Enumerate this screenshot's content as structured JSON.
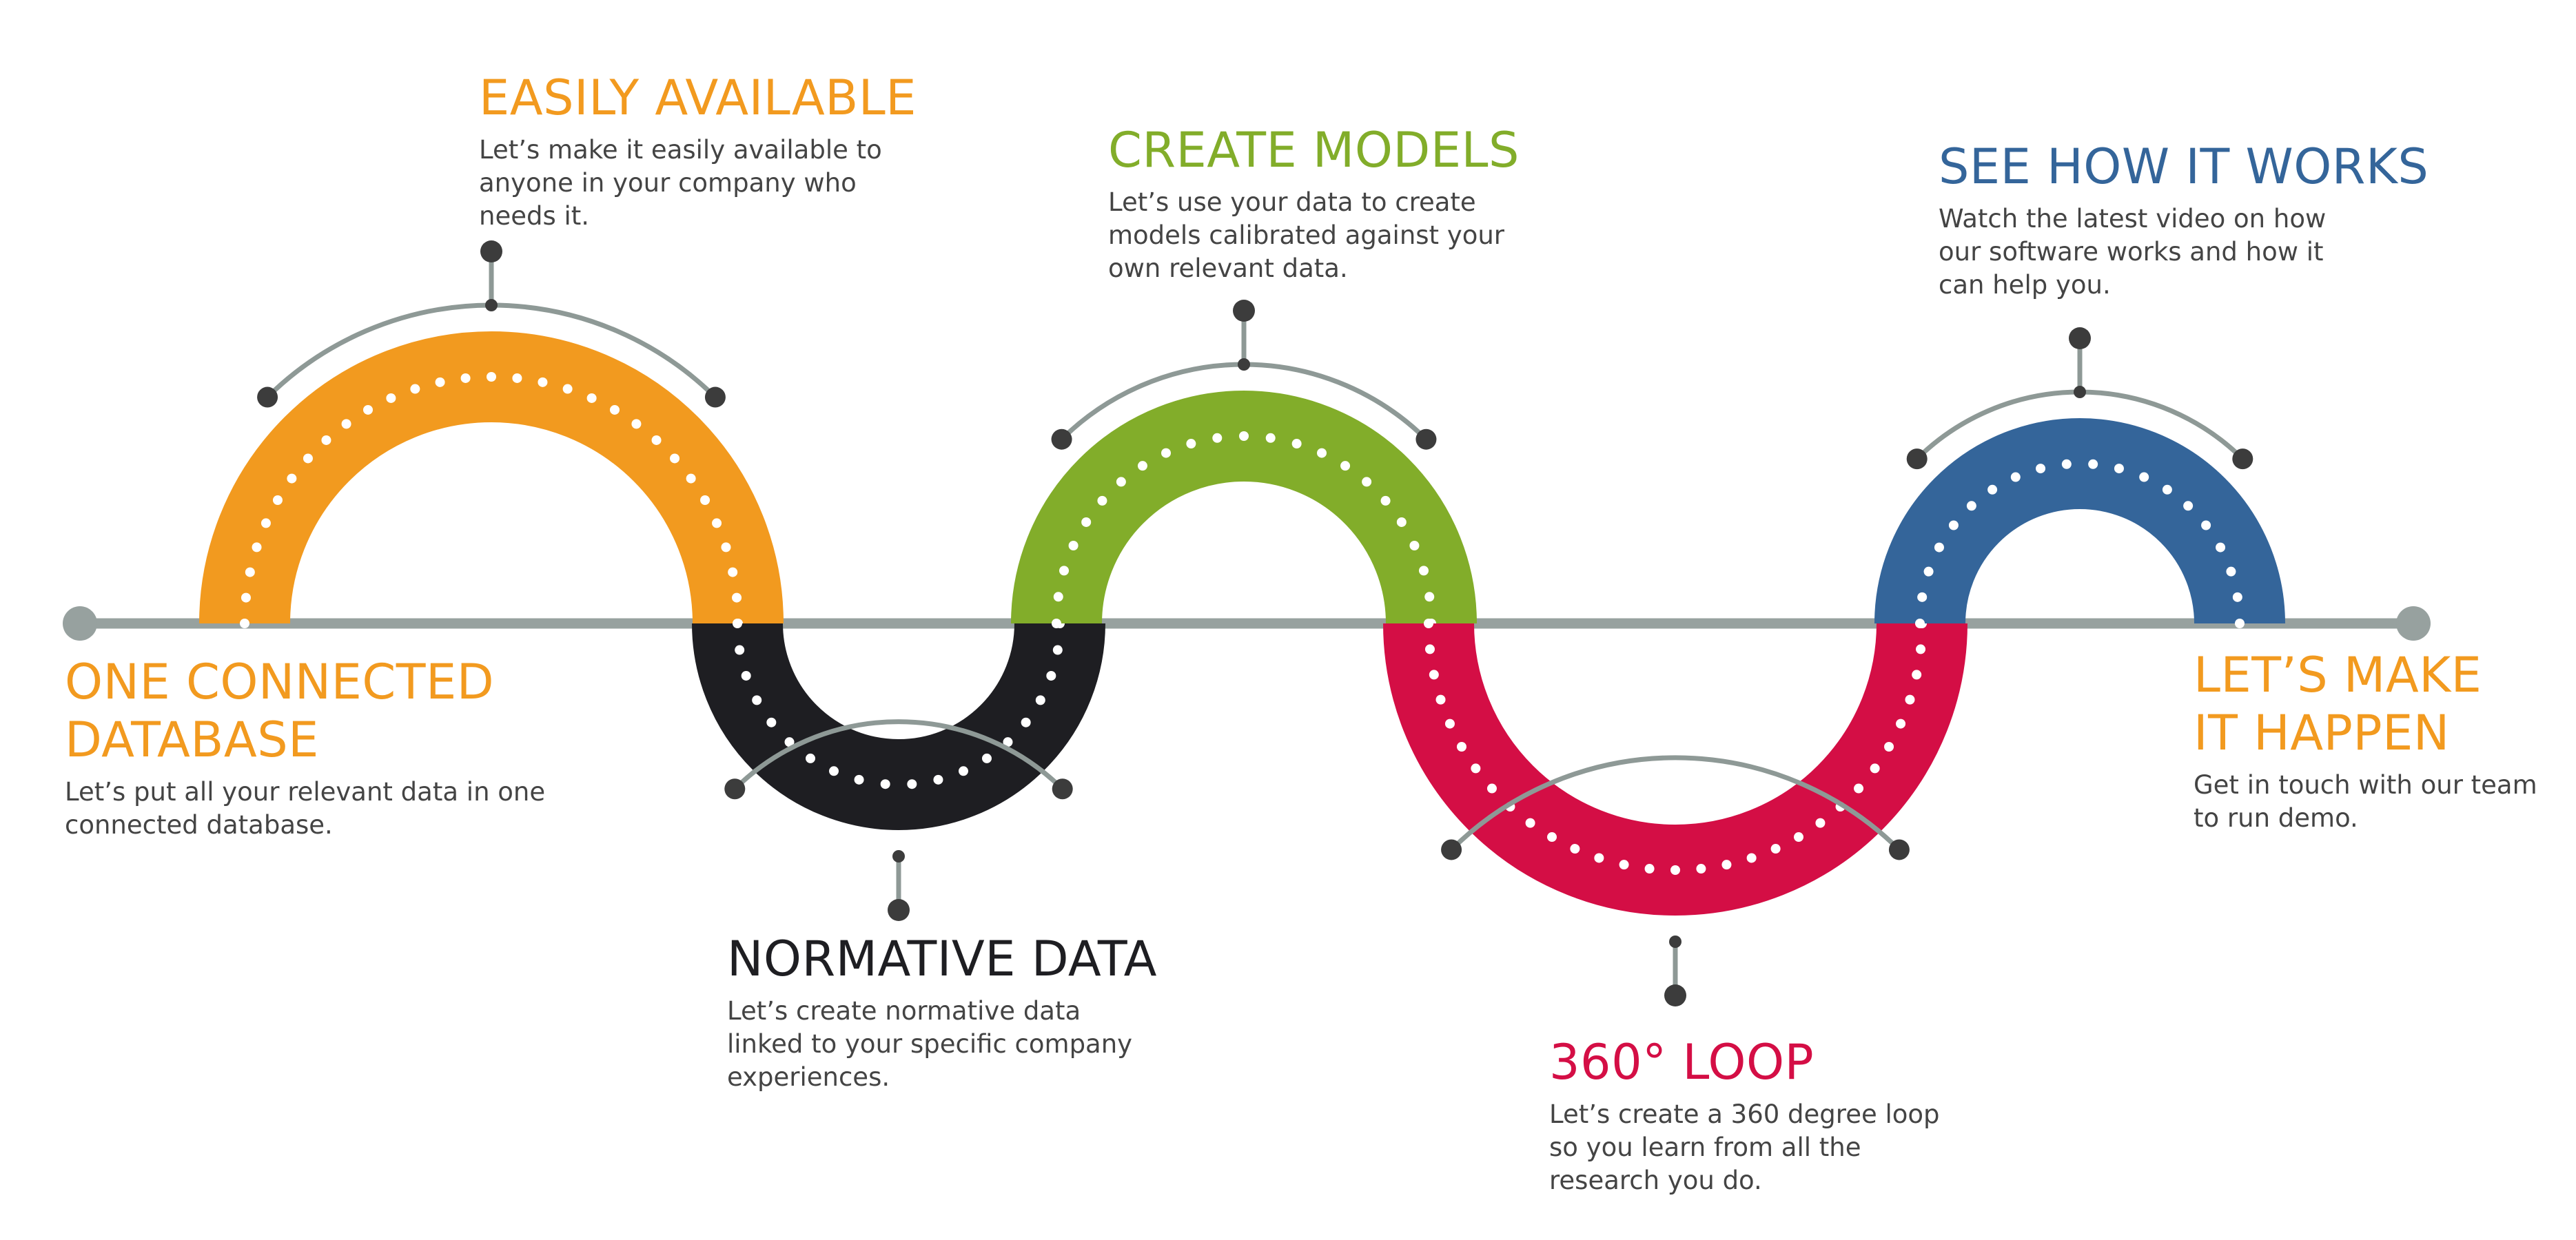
{
  "colors": {
    "orange": "#F29A1F",
    "green": "#82AD2A",
    "black": "#1E1E22",
    "red": "#D40E45",
    "blue": "#34659A",
    "axis": "#97A19F",
    "connector": "#8E9996",
    "dot": "#3C3C3C"
  },
  "steps": [
    {
      "id": "one-connected-database",
      "color": "orange",
      "title": "ONE CONNECTED\nDATABASE",
      "desc": "Let’s put all your relevant data in one\nconnected database."
    },
    {
      "id": "easily-available",
      "color": "orange",
      "title": "EASILY AVAILABLE",
      "desc": "Let’s make it easily available to\nanyone in your company who\nneeds it."
    },
    {
      "id": "normative-data",
      "color": "black",
      "title": "NORMATIVE  DATA",
      "desc": "Let’s create normative data\nlinked to your specific company\nexperiences."
    },
    {
      "id": "create-models",
      "color": "green",
      "title": "CREATE MODELS",
      "desc": "Let’s use your data to create\nmodels calibrated against your\nown relevant data."
    },
    {
      "id": "360-loop",
      "color": "red",
      "title": "360° LOOP",
      "desc": "Let’s create a 360 degree loop\nso you learn from all the\nresearch you do."
    },
    {
      "id": "see-how-it-works",
      "color": "blue",
      "title": "SEE HOW IT WORKS",
      "desc": "Watch the latest video on how\nour software works and how it\ncan help you."
    },
    {
      "id": "lets-make-it-happen",
      "color": "orange",
      "title": "LET’S MAKE\nIT HAPPEN",
      "desc": "Get in touch with our team\nto run demo."
    }
  ]
}
